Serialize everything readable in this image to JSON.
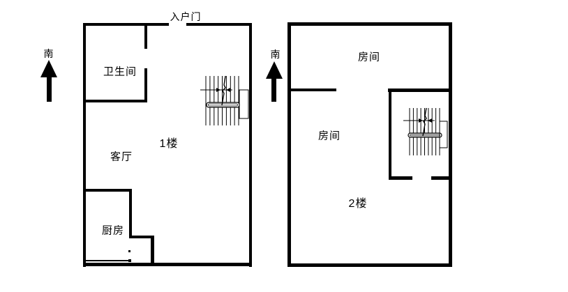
{
  "page": {
    "background": "#ffffff",
    "line_color": "#000000"
  },
  "floor1": {
    "title": "1楼",
    "entrance_label": "入户门",
    "compass_label": "南",
    "rooms": {
      "bathroom": "卫生间",
      "living_room": "客厅",
      "kitchen": "厨房"
    }
  },
  "floor2": {
    "title": "2楼",
    "compass_label": "南",
    "rooms": {
      "room_upper": "房间",
      "room_lower": "房间"
    }
  }
}
